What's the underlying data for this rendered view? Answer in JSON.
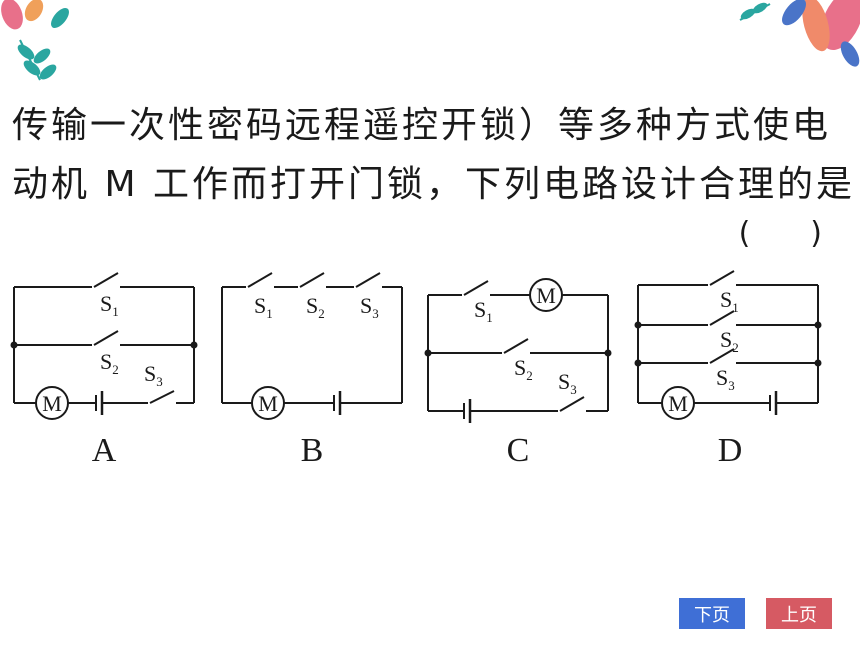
{
  "question": {
    "line1": "传输一次性密码远程遥控开锁）等多种方式使电",
    "line2": "动机 M 工作而打开门锁，下列电路设计合理的是",
    "answer_blank": "(　　)"
  },
  "circuits": {
    "options": [
      "A",
      "B",
      "C",
      "D"
    ],
    "motor_label": "M",
    "switch_letter": "S",
    "switch_numbers": [
      "1",
      "2",
      "3"
    ]
  },
  "nav": {
    "next_label": "下页",
    "prev_label": "上页"
  },
  "colors": {
    "next_button": "#3f6fd6",
    "prev_button": "#d65a63",
    "deco_teal": "#2aa6a0",
    "deco_pink": "#e8708a",
    "deco_orange": "#f0a05a",
    "deco_blue": "#4a74c8"
  }
}
